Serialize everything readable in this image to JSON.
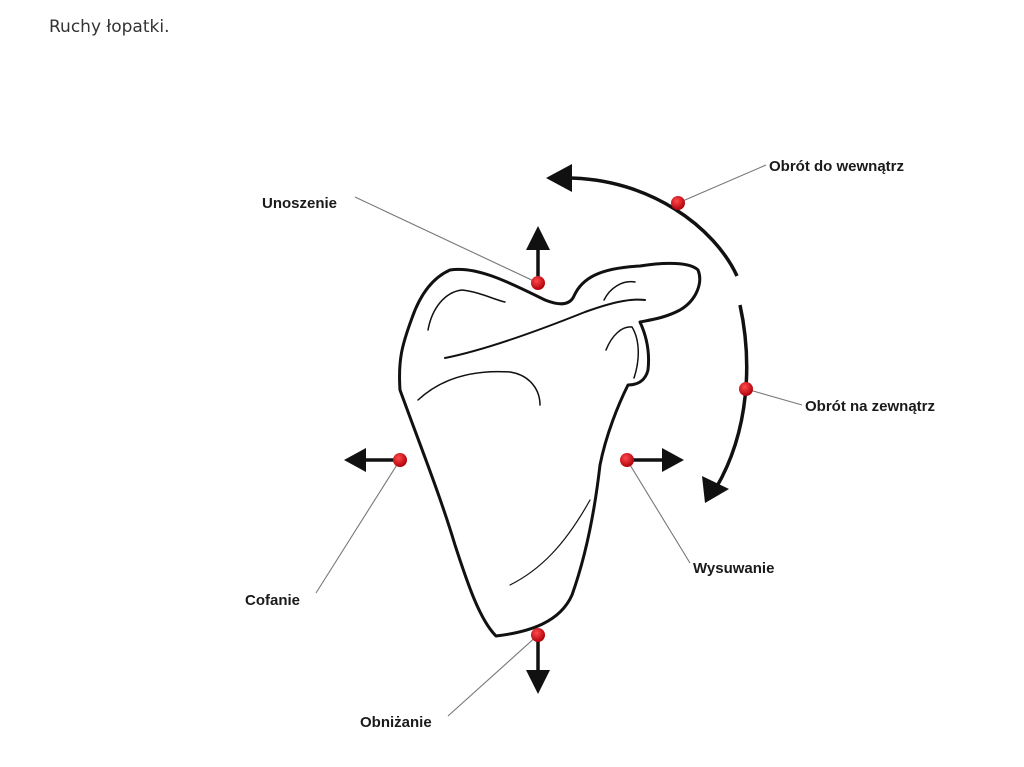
{
  "title": "Ruchy łopatki.",
  "labels": {
    "unoszenie": "Unoszenie",
    "obrot_do_wewnatrz": "Obrót do wewnątrz",
    "obrot_na_zewnatrz": "Obrót na zewnątrz",
    "cofanie": "Cofanie",
    "wysuwanie": "Wysuwanie",
    "obnizanie": "Obniżanie"
  },
  "colors": {
    "marker": "#c8101c",
    "outline": "#111111",
    "leader": "#777777",
    "text": "#1a1a1a"
  }
}
